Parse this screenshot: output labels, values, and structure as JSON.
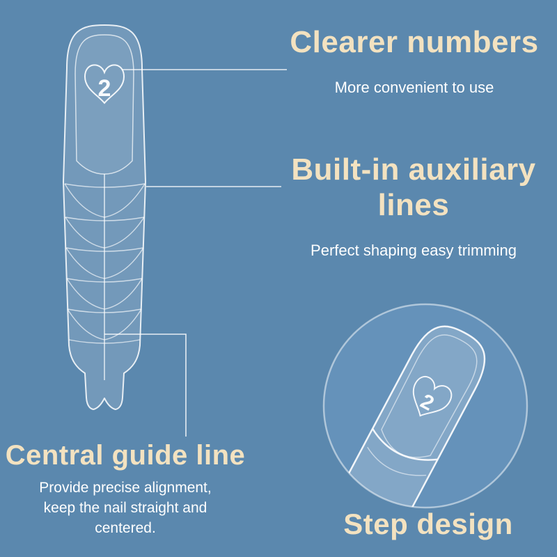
{
  "colors": {
    "background": "#5b88ae",
    "inset_background": "#6592ba",
    "heading_text": "#f3e2c0",
    "body_text": "#ffffff",
    "product_line": "#ffffff"
  },
  "product": {
    "form_number": "2",
    "inset_number": "2"
  },
  "annotations": {
    "clearer_numbers": {
      "title": "Clearer numbers",
      "subtitle": "More convenient to use"
    },
    "auxiliary_lines": {
      "title_line1": "Built-in auxiliary",
      "title_line2": "lines",
      "subtitle": "Perfect shaping easy trimming"
    },
    "central_guide_line": {
      "title": "Central guide line",
      "description": "Provide precise alignment, keep the nail straight and centered."
    },
    "step_design": {
      "title": "Step design"
    }
  }
}
